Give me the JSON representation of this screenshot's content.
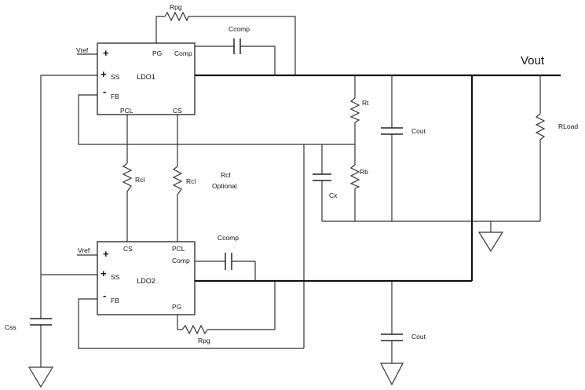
{
  "output": {
    "label": "Vout"
  },
  "ldo1": {
    "name": "LDO1",
    "pins": {
      "plus": "+",
      "ss_sign": "+",
      "ss": "SS",
      "fb_sign": "-",
      "fb": "FB",
      "pg": "PG",
      "comp": "Comp",
      "pcl": "PCL",
      "cs": "CS"
    },
    "vref": "Vref"
  },
  "ldo2": {
    "name": "LDO2",
    "pins": {
      "plus": "+",
      "ss_sign": "+",
      "ss": "SS",
      "fb_sign": "-",
      "fb": "FB",
      "pg": "PG",
      "comp": "Comp",
      "pcl": "PCL",
      "cs": "CS"
    },
    "vref": "Vref"
  },
  "components": {
    "rpg_top": "Rpg",
    "ccomp_top": "Ccomp",
    "rt": "Rt",
    "rb": "Rb",
    "cx": "Cx",
    "cout_right": "Cout",
    "rload": "RLoad",
    "rcl_left": "Rcl",
    "rcl_right": "Rcl",
    "rcl_note_1": "Rcl",
    "rcl_note_2": "Optional",
    "ccomp_bottom": "Ccomp",
    "rpg_bottom": "Rpg",
    "cout_bottom": "Cout",
    "css": "Css"
  }
}
